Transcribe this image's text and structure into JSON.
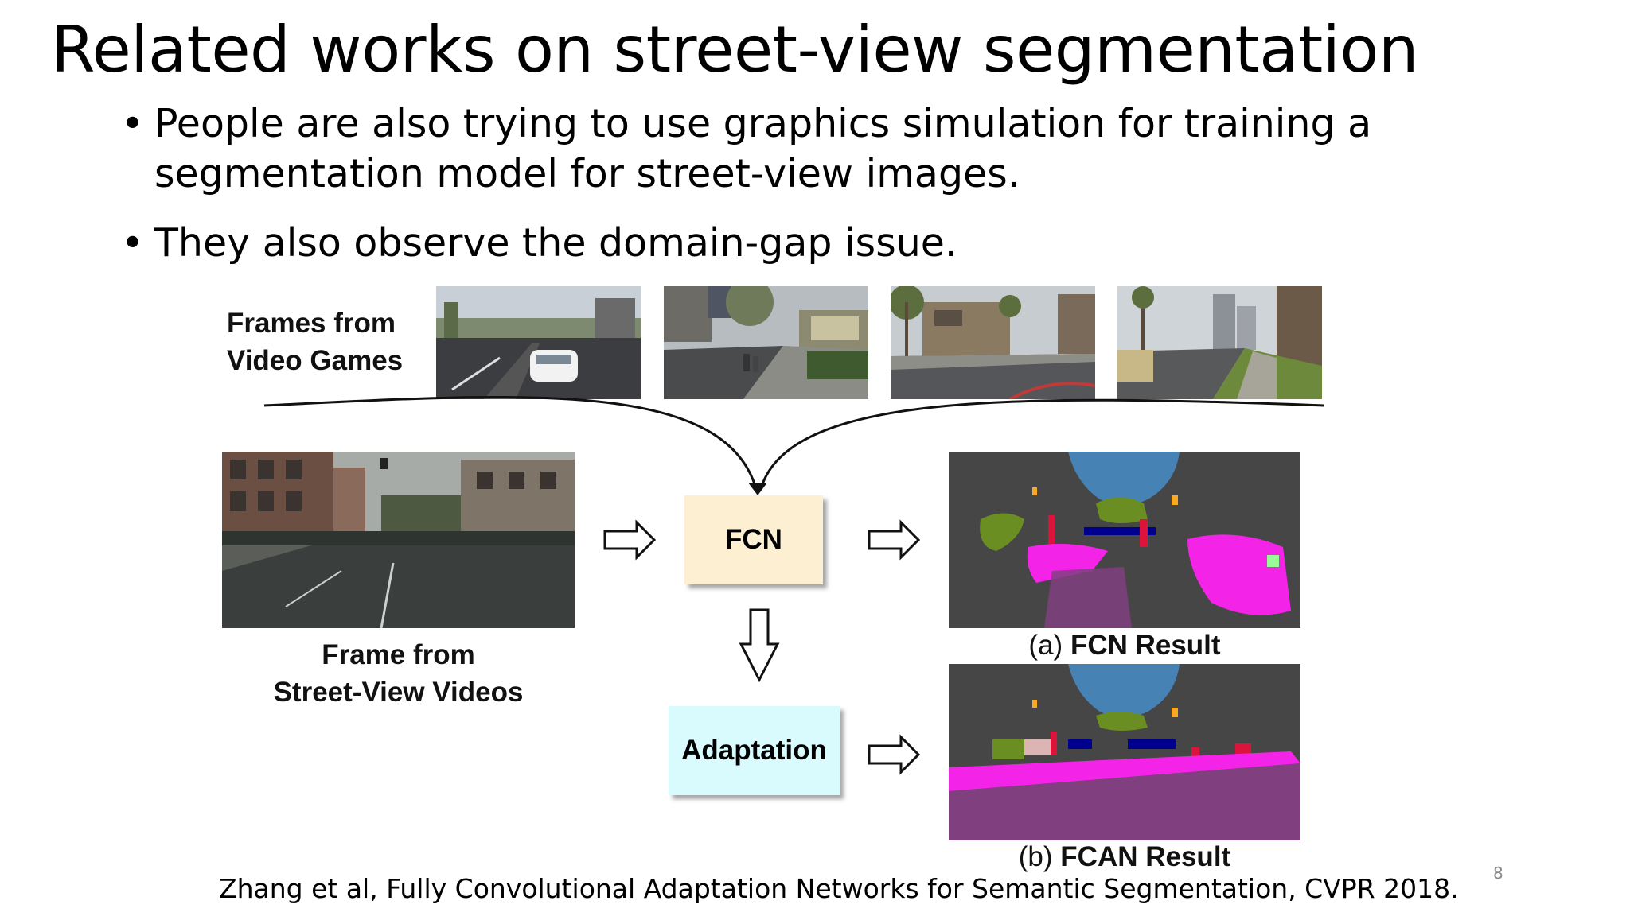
{
  "slide": {
    "title": "Related works on street-view segmentation",
    "bullets": [
      "People are also trying to use graphics simulation for training a segmentation model for street-view images.",
      "They also observe the domain-gap issue."
    ],
    "citation": "Zhang et al, Fully Convolutional Adaptation Networks for Semantic Segmentation, CVPR 2018.",
    "page_number": "8"
  },
  "figure": {
    "games_label_line1": "Frames from",
    "games_label_line2": "Video Games",
    "street_label_line1": "Frame from",
    "street_label_line2": "Street-View Videos",
    "fcn_box": "FCN",
    "adaptation_box": "Adaptation",
    "result_a_prefix": "(a)",
    "result_a_name": "FCN Result",
    "result_b_prefix": "(b)",
    "result_b_name": "FCAN Result",
    "colors": {
      "fcn_box": "#fdf0d2",
      "adaptation_box": "#d9fbfd",
      "seg_road": "#804080",
      "seg_sky": "#4682b4",
      "seg_building": "#464646",
      "seg_sidewalk": "#f423e8",
      "seg_vegetation": "#6b8e23",
      "seg_car": "#00008e",
      "seg_person": "#dc143c"
    }
  }
}
